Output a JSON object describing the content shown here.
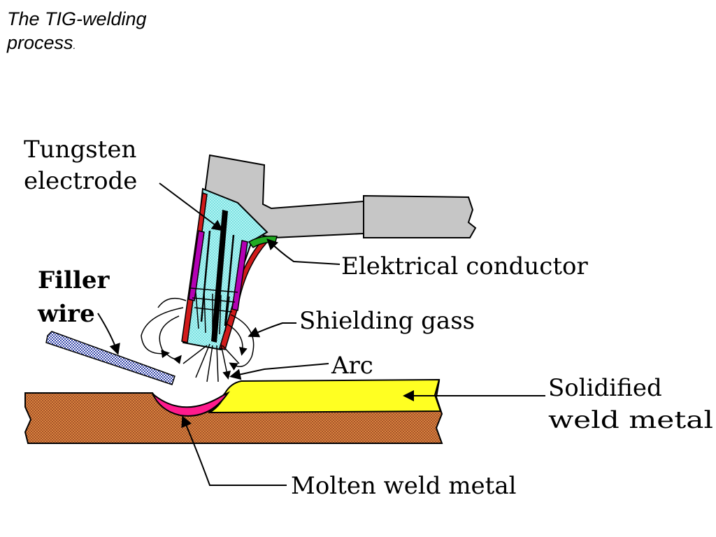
{
  "title": {
    "line1": "The TIG-welding",
    "line2": "process",
    "period": "."
  },
  "labels": {
    "tungsten_1": "Tungsten",
    "tungsten_2": "electrode",
    "conductor": "Elektrical conductor",
    "filler_1": "Filler",
    "filler_2": "wire",
    "shielding": "Shielding gass",
    "arc": "Arc",
    "solidified_1": "Solidified",
    "solidified_2": "weld metal",
    "molten": "Molten weld metal"
  },
  "colors": {
    "handle": "#c6c6c6",
    "gas_nozzle": "#9ff1f1",
    "copper": "#d9843f",
    "solid_weld": "#ffff22",
    "molten": "#ff1b8d",
    "filler": "#5566cc",
    "nozzle_red": "#d11a1a",
    "sleeve_magenta": "#b400b4",
    "conductor_green": "#22aa22"
  }
}
